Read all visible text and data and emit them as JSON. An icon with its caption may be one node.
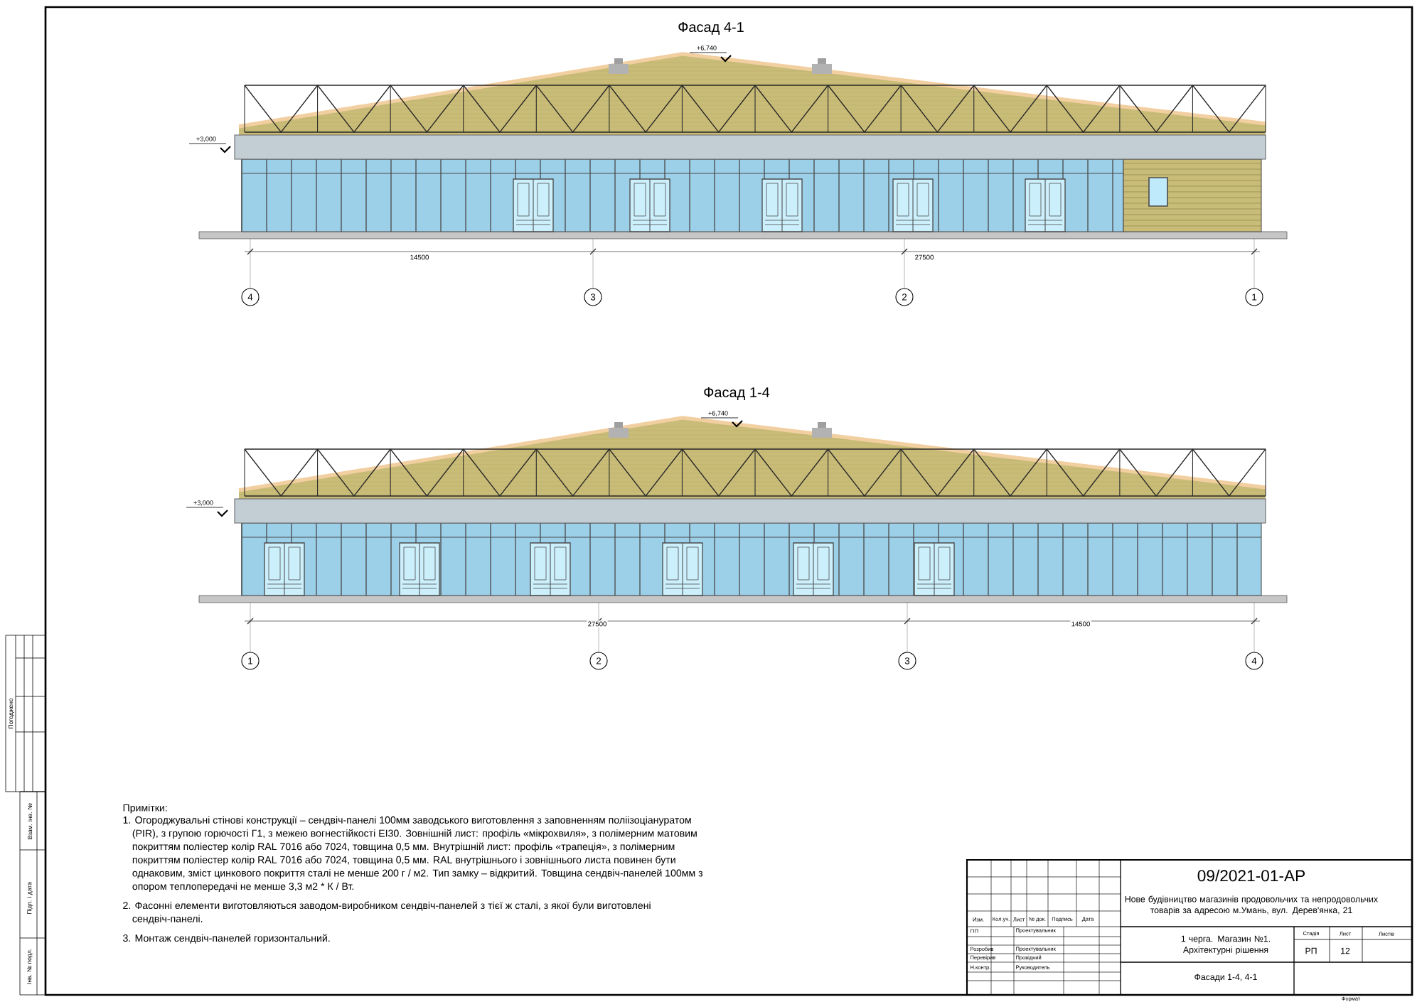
{
  "diagram": {
    "labels": [
      "Фасад 4-1",
      "+6,740",
      "+3,000",
      "14500",
      "27500",
      "4",
      "3",
      "2",
      "1",
      "Фасад 1-4",
      "+6,740",
      "+3,000",
      "27500",
      "14500",
      "1",
      "2",
      "3",
      "4",
      "Погоджено",
      "Взам. інв. №",
      "Підп. і дата",
      "Інв. № подл.",
      "Примітки:",
      "1. Огороджувальні стінові конструкції – сендвіч-панелі 100мм заводського виготовлення з заповненням поліізоціануратом (PIR), з групою горючості Г1, з межею вогнестійкості ЕІ30. Зовнішній лист: профіль «мікрохвиля», з полімерним матовим покриттям поліестер колір RAL 7016 або 7024, товщина 0,5 мм. Внутрішній лист: профіль «трапеція», з полімерним покриттям поліестер колір RAL 7016 або 7024, товщина 0,5 мм. RAL внутрішнього і зовнішнього листа повинен бути однаковим, зміст цинкового покриття сталі не менше 200 г / м2. Тип замку – відкритий. Товщина сендвіч-панелей 100мм з опором теплопередачі не менше 3,3 м2 * К / Вт.",
      "2. Фасонні елементи виготовляються заводом-виробником сендвіч-панелей з тієї ж сталі, з якої були виготовлені сендвіч-панелі.",
      "3. Монтаж сендвіч-панелей горизонтальний.",
      "09/2021-01-АР",
      "Нове будівництво магазинів продовольчих та непродовольчих товарів за адресою м.Умань, вул. Дерев'янка, 21",
      "Изм.",
      "Кол.уч.",
      "Лист",
      "№ док.",
      "Подпись",
      "Дата",
      "ГІП",
      "Проектувальник",
      "Розробив",
      "Проектувальник",
      "Перевірив",
      "Провідний",
      "Н.контр.",
      "Руководитель",
      "1 черга. Магазин №1. Архітектурні рішення",
      "Стадія",
      "Лист",
      "Листів",
      "РП",
      "12",
      "Фасади 1-4, 4-1",
      "Формат"
    ]
  }
}
